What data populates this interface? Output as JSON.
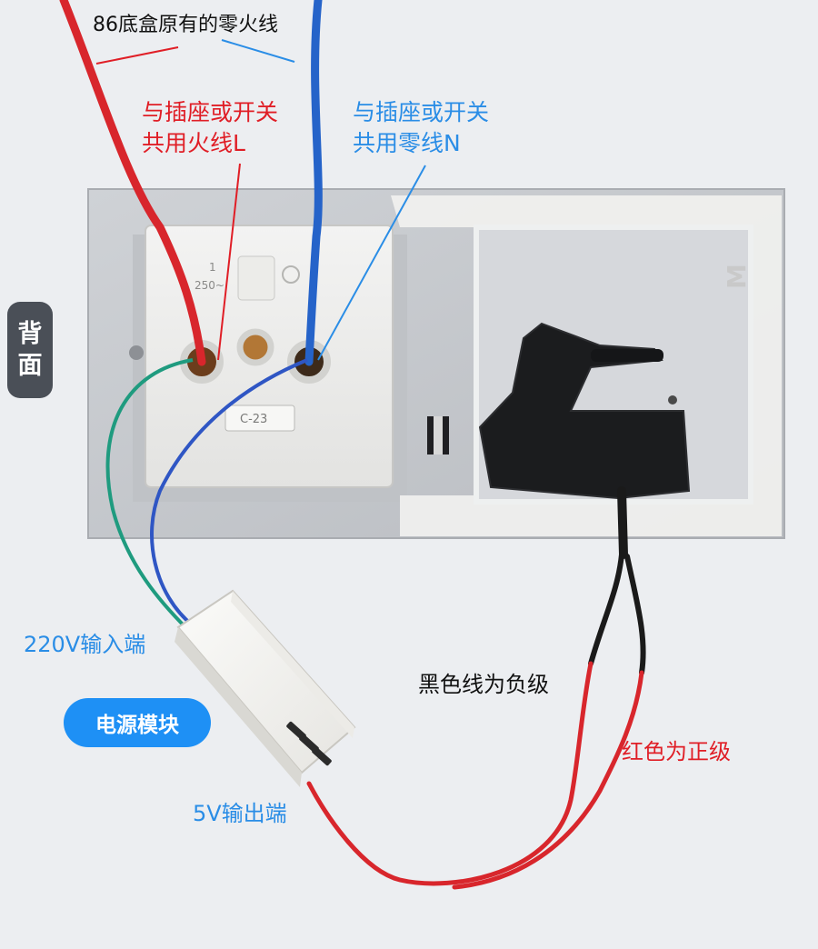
{
  "labels": {
    "original_wires": "86底盒原有的零火线",
    "shared_live": [
      "与插座或开关",
      "共用火线L"
    ],
    "shared_neutral": [
      "与插座或开关",
      "共用零线N"
    ],
    "back_side": [
      "背",
      "面"
    ],
    "input_220v": "220V输入端",
    "power_module": "电源模块",
    "output_5v": "5V输出端",
    "black_negative": "黑色线为负级",
    "red_positive": "红色为正级"
  },
  "socket_marks": {
    "rating_top": "1",
    "rating_bottom": "250~",
    "model": "C-23"
  },
  "colors": {
    "live_wire": "#d8262c",
    "neutral_wire": "#2563c9",
    "ground_wire": "#1f9b7f",
    "plate": "#c3c6cb",
    "callout_red": "#e01e26",
    "callout_blue": "#2a8de6",
    "pill": "#1e90f5",
    "tape": "#1b1c1e"
  }
}
